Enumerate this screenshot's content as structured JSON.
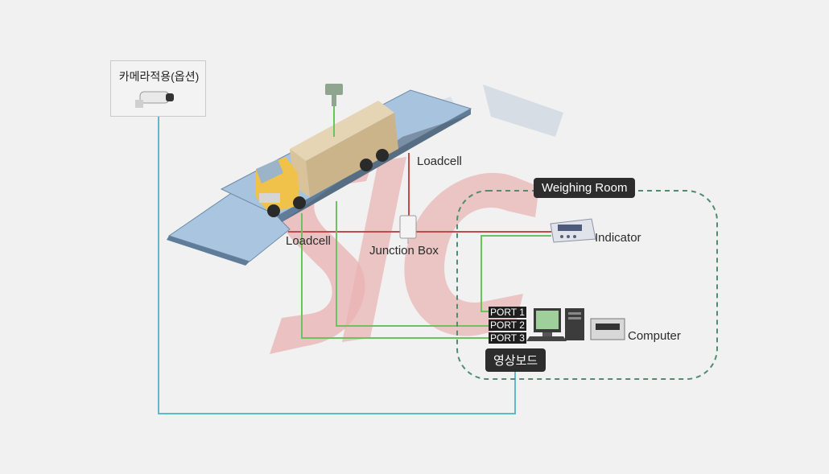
{
  "camera": {
    "label": "카메라적용(옵션)",
    "icon": "cctv-camera-icon"
  },
  "equipment": {
    "loadcell_top": "Loadcell",
    "loadcell_bottom": "Loadcell",
    "junction_box": "Junction Box",
    "indicator": "Indicator",
    "computer": "Computer"
  },
  "weighing_room": {
    "title": "Weighing Room"
  },
  "ports": [
    "PORT 1",
    "PORT 2",
    "PORT 3"
  ],
  "video_board": {
    "label": "영상보드"
  },
  "watermark": {
    "text": "SIC"
  },
  "colors": {
    "loadcell_line": "#c24a4a",
    "port_line": "#6cc35e",
    "camera_line": "#5fb9c9",
    "room_border": "#4f8c72"
  }
}
